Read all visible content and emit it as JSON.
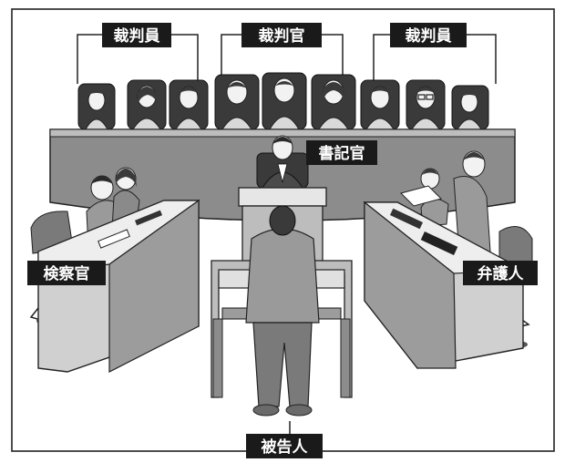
{
  "labels": {
    "jury_left": "裁判員",
    "judges": "裁判官",
    "jury_right": "裁判員",
    "clerk": "書記官",
    "prosecutor": "検察官",
    "defense": "弁護人",
    "defendant": "被告人"
  }
}
